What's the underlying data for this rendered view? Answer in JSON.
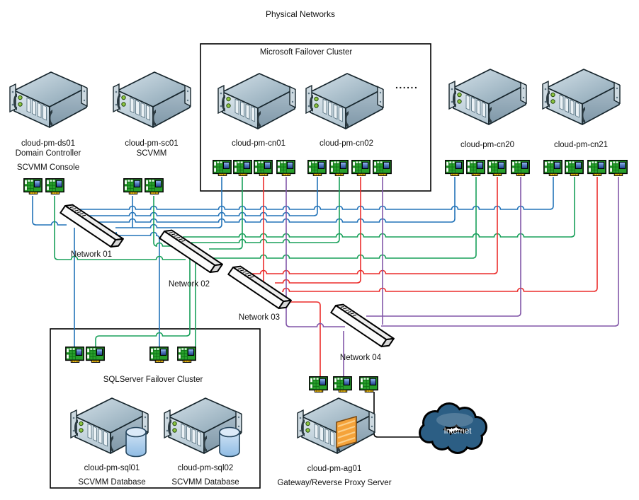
{
  "title": "Physical Networks",
  "ellipsis": "......",
  "groups": {
    "ms_cluster": "Microsoft Failover Cluster",
    "sql_cluster": "SQLServer Failover Cluster"
  },
  "switches": [
    {
      "id": "n01",
      "label": "Network 01"
    },
    {
      "id": "n02",
      "label": "Network 02"
    },
    {
      "id": "n03",
      "label": "Network 03"
    },
    {
      "id": "n04",
      "label": "Network 04"
    }
  ],
  "servers": [
    {
      "id": "ds01",
      "name": "cloud-pm-ds01",
      "roles": [
        "Domain Controller",
        "SCVMM Console"
      ]
    },
    {
      "id": "sc01",
      "name": "cloud-pm-sc01",
      "roles": [
        "SCVMM"
      ]
    },
    {
      "id": "cn01",
      "name": "cloud-pm-cn01",
      "roles": []
    },
    {
      "id": "cn02",
      "name": "cloud-pm-cn02",
      "roles": []
    },
    {
      "id": "cn20",
      "name": "cloud-pm-cn20",
      "roles": []
    },
    {
      "id": "cn21",
      "name": "cloud-pm-cn21",
      "roles": []
    },
    {
      "id": "sql01",
      "name": "cloud-pm-sql01",
      "roles": [
        "SCVMM Database"
      ]
    },
    {
      "id": "sql02",
      "name": "cloud-pm-sql02",
      "roles": [
        "SCVMM Database"
      ]
    },
    {
      "id": "ag01",
      "name": "cloud-pm-ag01",
      "roles": [
        "Gateway/Reverse Proxy Server"
      ]
    }
  ],
  "cloud_label": "Internet",
  "colors": {
    "network_01": "#2273B8",
    "network_02": "#18A05A",
    "network_03": "#EB2D2B",
    "network_04": "#8256A8",
    "link": "#000000"
  }
}
